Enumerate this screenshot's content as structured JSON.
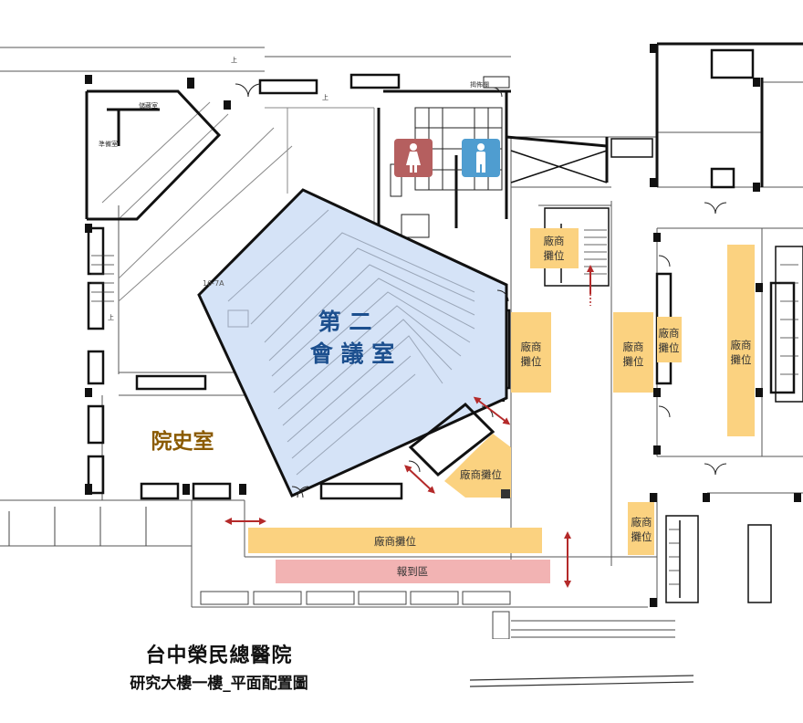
{
  "rooms": {
    "conference": {
      "line1": "第 二",
      "line2": "會 議 室"
    },
    "history": "院史室",
    "storage": "儲藏室",
    "prep": "準備室",
    "bulletin": "揭佈欄",
    "room_code": "16-7A",
    "stair_mark": "上"
  },
  "booths": {
    "stacked_line1": "廠商",
    "stacked_line2": "攤位",
    "inline": "廠商攤位"
  },
  "registration": "報到區",
  "title": {
    "main": "台中榮民總醫院",
    "sub": "研究大樓一樓_平面配置圖"
  },
  "colors": {
    "conference_fill": "#d5e3f7",
    "booth_fill": "#fbd280",
    "registration_fill": "#f2b3b3",
    "female_icon": "#b55f5f",
    "male_icon": "#4f9dd0",
    "arrow": "#b42a2a",
    "history_text": "#8a5a00",
    "conference_text": "#1c4f8e"
  },
  "icons": [
    "female-restroom-icon",
    "male-restroom-icon",
    "entry-arrow-icon"
  ]
}
